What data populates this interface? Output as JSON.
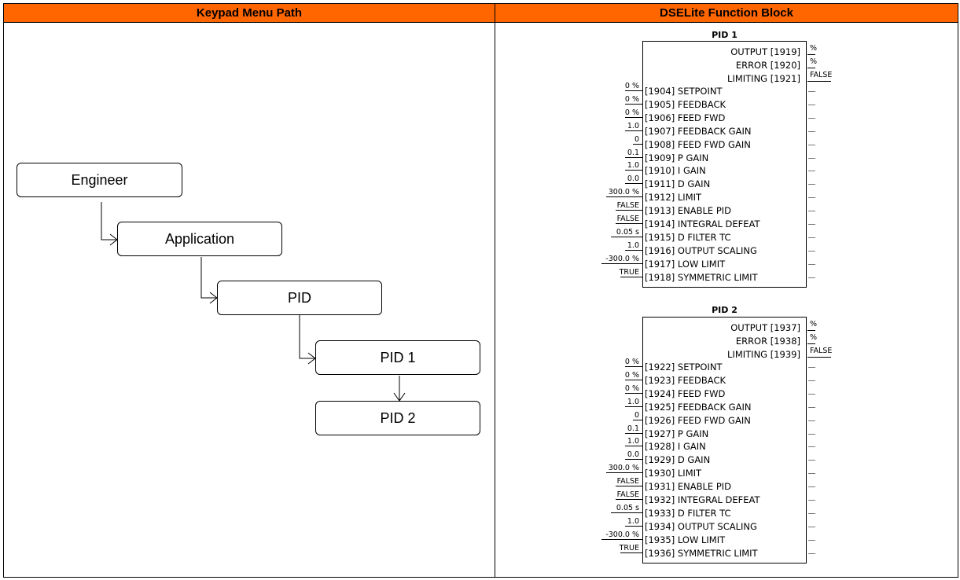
{
  "headers": {
    "left": "Keypad Menu Path",
    "right": "DSELite Function Block"
  },
  "menu_path": [
    "Engineer",
    "Application",
    "PID",
    "PID 1",
    "PID 2"
  ],
  "function_blocks": [
    {
      "title": "PID 1",
      "outputs": [
        {
          "name": "OUTPUT",
          "tag": "[1919]",
          "value": "%"
        },
        {
          "name": "ERROR",
          "tag": "[1920]",
          "value": "%"
        },
        {
          "name": "LIMITING",
          "tag": "[1921]",
          "value": "FALSE"
        }
      ],
      "inputs": [
        {
          "value": "0 %",
          "tag": "[1904]",
          "name": "SETPOINT"
        },
        {
          "value": "0 %",
          "tag": "[1905]",
          "name": "FEEDBACK"
        },
        {
          "value": "0 %",
          "tag": "[1906]",
          "name": "FEED FWD"
        },
        {
          "value": "1.0",
          "tag": "[1907]",
          "name": "FEEDBACK GAIN"
        },
        {
          "value": "0",
          "tag": "[1908]",
          "name": "FEED FWD GAIN"
        },
        {
          "value": "0.1",
          "tag": "[1909]",
          "name": "P GAIN"
        },
        {
          "value": "1.0",
          "tag": "[1910]",
          "name": "I GAIN"
        },
        {
          "value": "0.0",
          "tag": "[1911]",
          "name": "D GAIN"
        },
        {
          "value": "300.0 %",
          "tag": "[1912]",
          "name": "LIMIT"
        },
        {
          "value": "FALSE",
          "tag": "[1913]",
          "name": "ENABLE PID"
        },
        {
          "value": "FALSE",
          "tag": "[1914]",
          "name": "INTEGRAL DEFEAT"
        },
        {
          "value": "0.05 s",
          "tag": "[1915]",
          "name": "D FILTER TC"
        },
        {
          "value": "1.0",
          "tag": "[1916]",
          "name": "OUTPUT SCALING"
        },
        {
          "value": "-300.0 %",
          "tag": "[1917]",
          "name": "LOW LIMIT"
        },
        {
          "value": "TRUE",
          "tag": "[1918]",
          "name": "SYMMETRIC LIMIT"
        }
      ]
    },
    {
      "title": "PID 2",
      "outputs": [
        {
          "name": "OUTPUT",
          "tag": "[1937]",
          "value": "%"
        },
        {
          "name": "ERROR",
          "tag": "[1938]",
          "value": "%"
        },
        {
          "name": "LIMITING",
          "tag": "[1939]",
          "value": "FALSE"
        }
      ],
      "inputs": [
        {
          "value": "0 %",
          "tag": "[1922]",
          "name": "SETPOINT"
        },
        {
          "value": "0 %",
          "tag": "[1923]",
          "name": "FEEDBACK"
        },
        {
          "value": "0 %",
          "tag": "[1924]",
          "name": "FEED FWD"
        },
        {
          "value": "1.0",
          "tag": "[1925]",
          "name": "FEEDBACK GAIN"
        },
        {
          "value": "0",
          "tag": "[1926]",
          "name": "FEED FWD GAIN"
        },
        {
          "value": "0.1",
          "tag": "[1927]",
          "name": "P GAIN"
        },
        {
          "value": "1.0",
          "tag": "[1928]",
          "name": "I GAIN"
        },
        {
          "value": "0.0",
          "tag": "[1929]",
          "name": "D GAIN"
        },
        {
          "value": "300.0 %",
          "tag": "[1930]",
          "name": "LIMIT"
        },
        {
          "value": "FALSE",
          "tag": "[1931]",
          "name": "ENABLE PID"
        },
        {
          "value": "FALSE",
          "tag": "[1932]",
          "name": "INTEGRAL DEFEAT"
        },
        {
          "value": "0.05 s",
          "tag": "[1933]",
          "name": "D FILTER TC"
        },
        {
          "value": "1.0",
          "tag": "[1934]",
          "name": "OUTPUT SCALING"
        },
        {
          "value": "-300.0 %",
          "tag": "[1935]",
          "name": "LOW LIMIT"
        },
        {
          "value": "TRUE",
          "tag": "[1936]",
          "name": "SYMMETRIC LIMIT"
        }
      ]
    }
  ]
}
